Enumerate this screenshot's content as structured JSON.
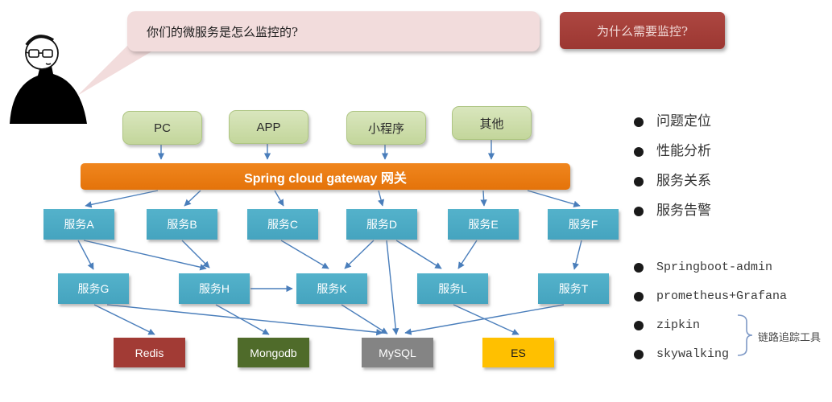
{
  "speech_bubble": {
    "text": "你们的微服务是怎么监控的?"
  },
  "question_box": {
    "text": "为什么需要监控?"
  },
  "clients": [
    {
      "label": "PC"
    },
    {
      "label": "APP"
    },
    {
      "label": "小程序"
    },
    {
      "label": "其他"
    }
  ],
  "gateway": {
    "label": "Spring cloud gateway 网关"
  },
  "services_row1": [
    "服务A",
    "服务B",
    "服务C",
    "服务D",
    "服务E",
    "服务F"
  ],
  "services_row2": [
    "服务G",
    "服务H",
    "服务K",
    "服务L",
    "服务T"
  ],
  "datastores": [
    {
      "label": "Redis",
      "color": "#a23b35"
    },
    {
      "label": "Mongodb",
      "color": "#4f6b2a"
    },
    {
      "label": "MySQL",
      "color": "#848484"
    },
    {
      "label": "ES",
      "color": "#ffc000"
    }
  ],
  "benefits": [
    "问题定位",
    "性能分析",
    "服务关系",
    "服务告警"
  ],
  "tools": [
    "Springboot-admin",
    "prometheus+Grafana",
    "zipkin",
    "skywalking"
  ],
  "brace_label": "链路追踪工具",
  "colors": {
    "bubble_pink": "#f2dcdc",
    "question_red": "#9e3833",
    "client_green": "#c3d69b",
    "gateway_orange": "#e8790e",
    "service_teal": "#4bacc6",
    "arrow_blue": "#4a7ebb",
    "es_yellow": "#ffc000"
  }
}
